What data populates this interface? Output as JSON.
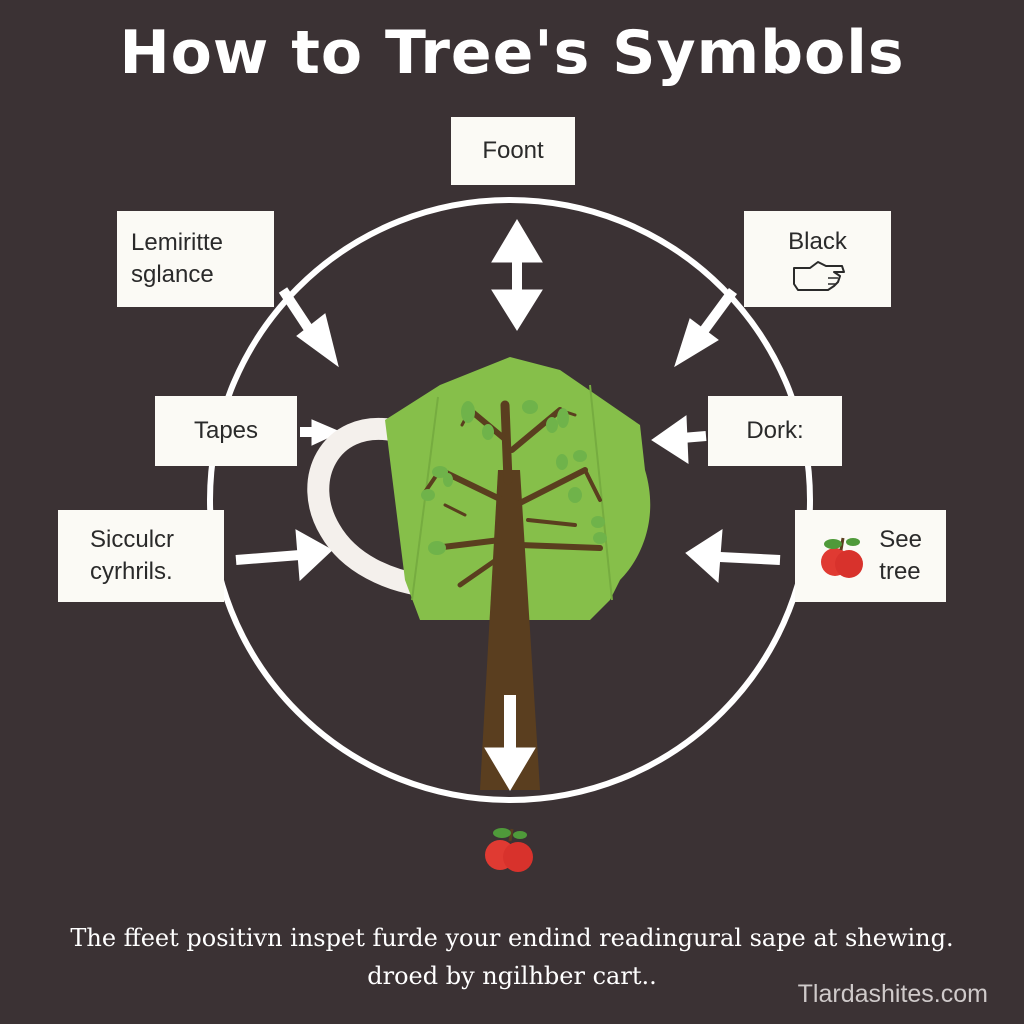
{
  "title": "How to Tree's Symbols",
  "labels": {
    "top": "Foont",
    "upper_left": "Lemiritte\nsglance",
    "upper_right": "Black",
    "mid_left": "Tapes",
    "mid_right": "Dork:",
    "lower_left": "Sicculcr\ncyrhrils.",
    "lower_right": "See\ntree"
  },
  "caption": {
    "line1": "The ffeet positivn inspet furde your endind readingural sape at shewing.",
    "line2": "droed by ngilhber cart.."
  },
  "watermark": "Tlardashites.com",
  "colors": {
    "background": "#3b3234",
    "canopy": "#86bf4a",
    "trunk": "#5a3e1f",
    "apple": "#e03a32",
    "box": "#fbfaf5"
  },
  "icons": [
    "hand-pointing-icon",
    "apple-icon"
  ]
}
